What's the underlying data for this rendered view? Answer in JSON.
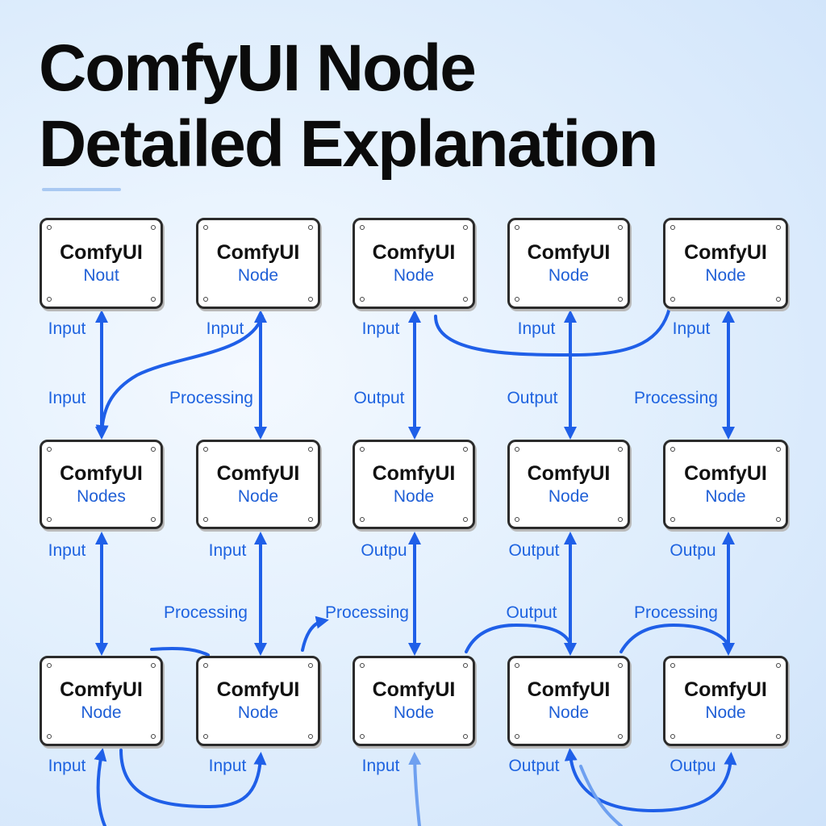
{
  "title": {
    "line1": "ComfyUI Node",
    "line2": "Detailed Explanation"
  },
  "nodes": [
    [
      "ComfyUI",
      "Nout"
    ],
    [
      "ComfyUI",
      "Node"
    ],
    [
      "ComfyUI",
      "Node"
    ],
    [
      "ComfyUI",
      "Node"
    ],
    [
      "ComfyUI",
      "Node"
    ],
    [
      "ComfyUI",
      "Nodes"
    ],
    [
      "ComfyUI",
      "Node"
    ],
    [
      "ComfyUI",
      "Node"
    ],
    [
      "ComfyUI",
      "Node"
    ],
    [
      "ComfyUI",
      "Node"
    ],
    [
      "ComfyUI",
      "Node"
    ],
    [
      "ComfyUI",
      "Node"
    ],
    [
      "ComfyUI",
      "Node"
    ],
    [
      "ComfyUI",
      "Node"
    ],
    [
      "ComfyUI",
      "Node"
    ]
  ],
  "labels": [
    "Input",
    "Input",
    "Input",
    "Input",
    "Input",
    "Input",
    "Processing",
    "Output",
    "Output",
    "Processing",
    "Input",
    "Input",
    "Outpu",
    "Output",
    "Outpu",
    "Processing",
    "Processing",
    "Output",
    "Processing",
    "Input",
    "Input",
    "Input",
    "Output",
    "Outpu"
  ],
  "colors": {
    "wire": "#1f5fe8",
    "wire_light": "#6ea0f0",
    "text_blue": "#1e63e0"
  }
}
